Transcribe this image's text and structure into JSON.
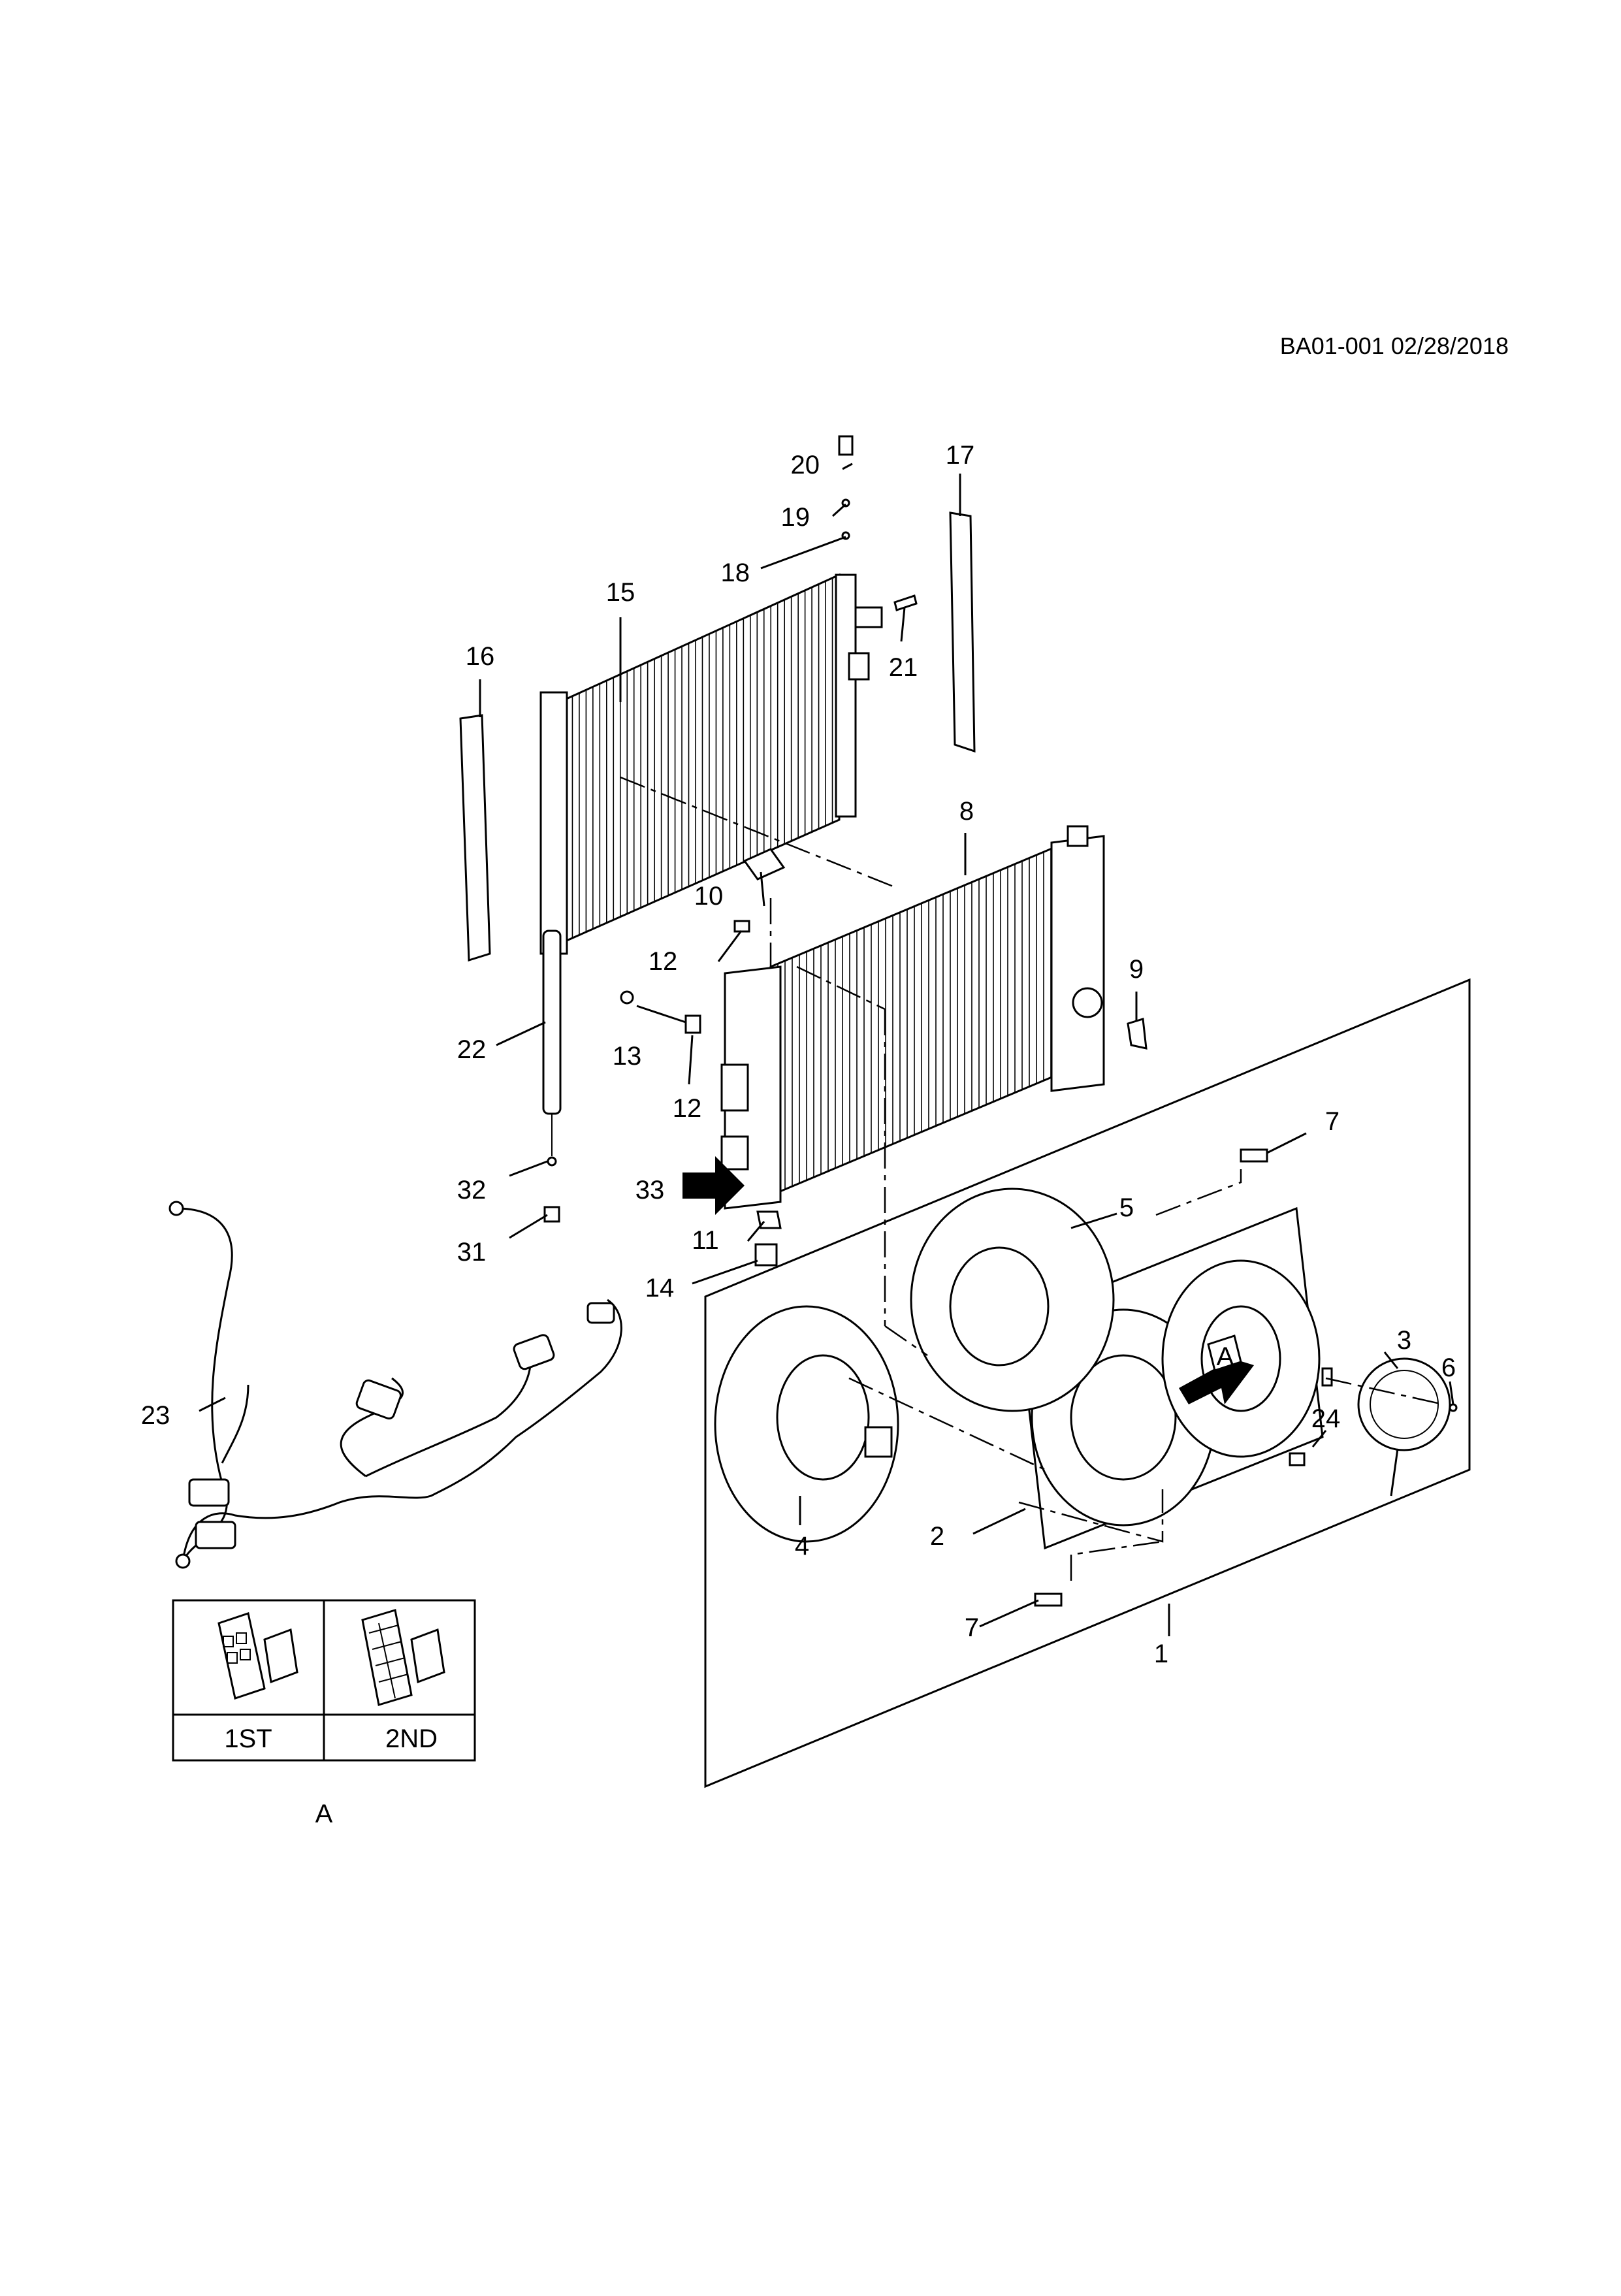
{
  "reference": "BA01-001 02/28/2018",
  "callouts": {
    "c1": "1",
    "c2": "2",
    "c3": "3",
    "c4": "4",
    "c5": "5",
    "c6": "6",
    "c7a": "7",
    "c7b": "7",
    "c8": "8",
    "c9": "9",
    "c10": "10",
    "c11": "11",
    "c12a": "12",
    "c12b": "12",
    "c13": "13",
    "c14": "14",
    "c15": "15",
    "c16": "16",
    "c17": "17",
    "c18": "18",
    "c19": "19",
    "c20": "20",
    "c21": "21",
    "c22": "22",
    "c23": "23",
    "c24": "24",
    "c31": "31",
    "c32": "32",
    "c33": "33"
  },
  "view_marker": "A",
  "detail_table": {
    "columns": [
      "1ST",
      "2ND"
    ],
    "caption": "A"
  }
}
